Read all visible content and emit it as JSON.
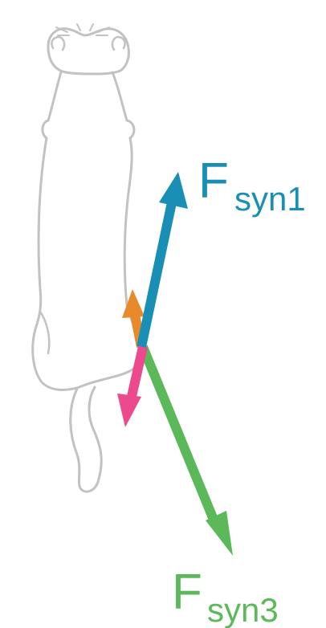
{
  "colors": {
    "background": "#ffffff",
    "cat_outline": "#c2c2c2",
    "force_syn1": "#1a8fb6",
    "force_syn2": "#e8892b",
    "force_syn3": "#5cb95a",
    "force_syn4": "#ec4a8d"
  },
  "figure": {
    "subject_icon": "cat-top-view-outline"
  },
  "forces": [
    {
      "id": "syn1",
      "color": "#1a8fb6",
      "label_main": "F",
      "label_sub": "syn1",
      "arrow_icon": "arrow-up-right"
    },
    {
      "id": "syn2",
      "color": "#e8892b",
      "label_main": "",
      "label_sub": "",
      "arrow_icon": "arrow-up-left"
    },
    {
      "id": "syn3",
      "color": "#5cb95a",
      "label_main": "F",
      "label_sub": "syn3",
      "arrow_icon": "arrow-down-right"
    },
    {
      "id": "syn4",
      "color": "#ec4a8d",
      "label_main": "",
      "label_sub": "",
      "arrow_icon": "arrow-down-left"
    }
  ]
}
